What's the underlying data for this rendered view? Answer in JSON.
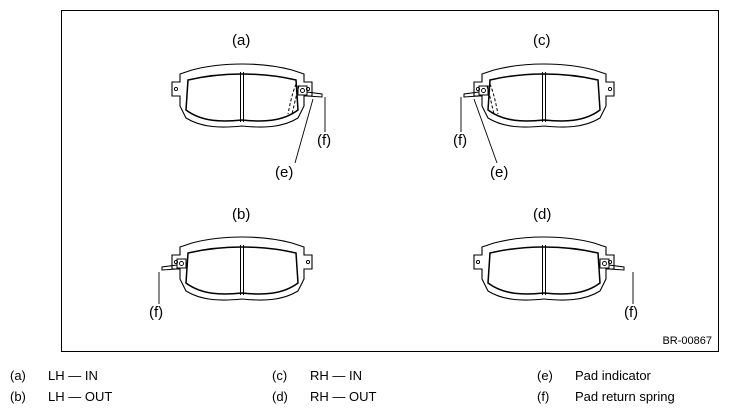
{
  "figure": {
    "figure_id": "BR-00867",
    "panels": [
      {
        "key": "(a)",
        "indicator": "(e)",
        "spring": "(f)"
      },
      {
        "key": "(b)",
        "spring": "(f)"
      },
      {
        "key": "(c)",
        "indicator": "(e)",
        "spring": "(f)"
      },
      {
        "key": "(d)",
        "spring": "(f)"
      }
    ]
  },
  "legend": [
    {
      "key": "(a)",
      "text": "LH — IN"
    },
    {
      "key": "(b)",
      "text": "LH — OUT"
    },
    {
      "key": "(c)",
      "text": "RH — IN"
    },
    {
      "key": "(d)",
      "text": "RH — OUT"
    },
    {
      "key": "(e)",
      "text": "Pad indicator"
    },
    {
      "key": "(f)",
      "text": "Pad return spring"
    }
  ]
}
